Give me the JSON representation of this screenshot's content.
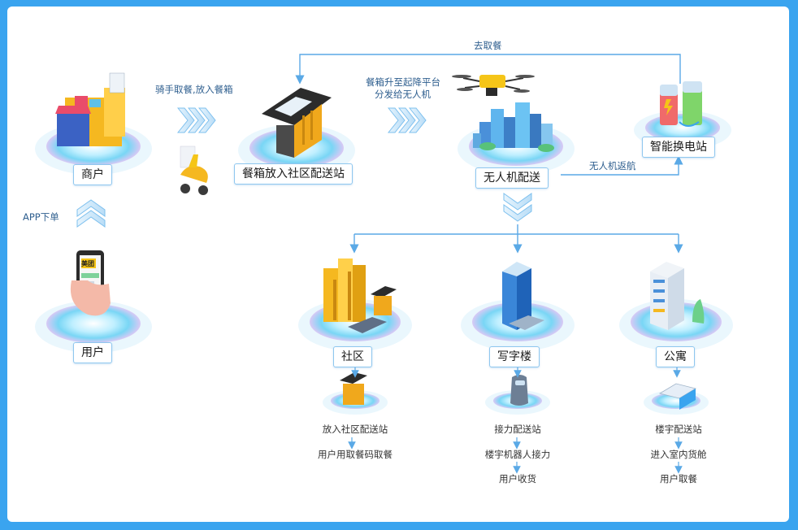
{
  "nodes": {
    "merchant": "商户",
    "user": "用户",
    "station": "餐箱放入社区配送站",
    "drone_delivery": "无人机配送",
    "battery_station": "智能换电站",
    "community": "社区",
    "office": "写字楼",
    "apartment": "公寓"
  },
  "edges": {
    "app_order": "APP下单",
    "rider_pickup": "骑手取餐,放入餐箱",
    "platform_line1": "餐箱升至起降平台",
    "platform_line2": "分发给无人机",
    "go_pickup": "去取餐",
    "drone_return": "无人机返航"
  },
  "branches": {
    "community": [
      "放入社区配送站",
      "用户用取餐码取餐"
    ],
    "office": [
      "接力配送站",
      "楼宇机器人接力",
      "用户收货"
    ],
    "apartment": [
      "楼宇配送站",
      "进入室内货舱",
      "用户取餐"
    ]
  },
  "logo_text": "美团",
  "colors": {
    "frame": "#3aa4ef",
    "line": "#5aa9e6",
    "label_border": "#8fc7ef",
    "accent_yellow": "#f5b820"
  }
}
